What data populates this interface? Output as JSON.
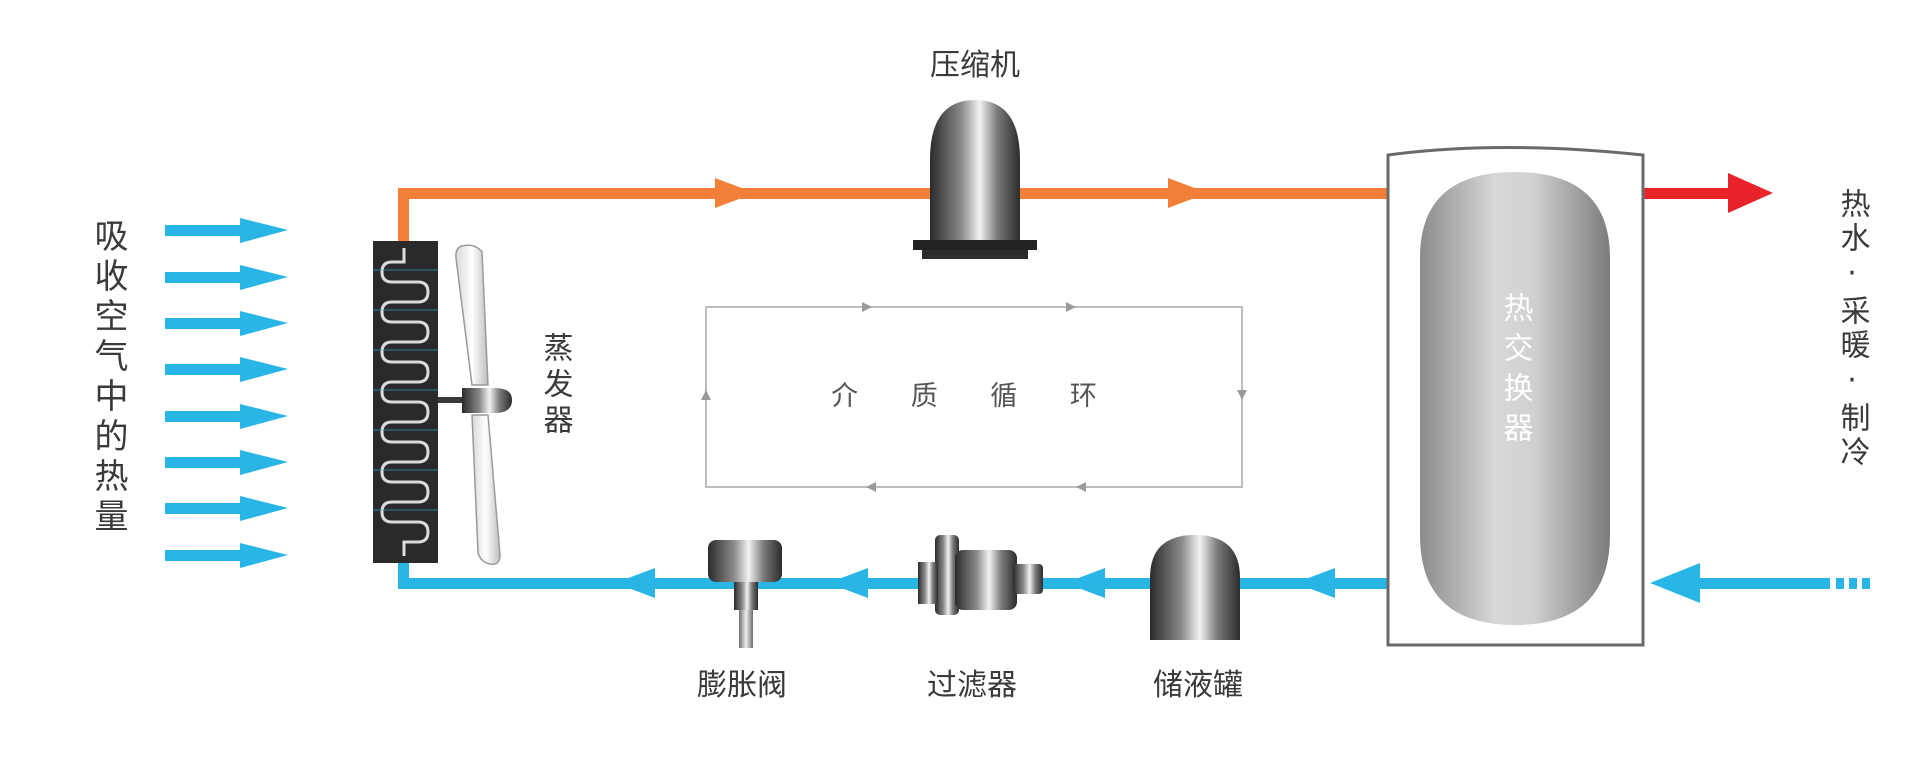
{
  "labels": {
    "absorb": "吸收空气中的热量",
    "evaporator": "蒸发器",
    "compressor": "压缩机",
    "medium": "介 质 循 环",
    "heat_exchanger": "热交换器",
    "output": "热水·采暖·制冷",
    "expansion_valve": "膨胀阀",
    "filter": "过滤器",
    "receiver": "储液罐"
  },
  "colors": {
    "hot_line": "#f28038",
    "cold_line": "#29b6e6",
    "air_arrow": "#29b6e6",
    "hot_output": "#e8232a",
    "cycle_line": "#bdbdbd"
  }
}
